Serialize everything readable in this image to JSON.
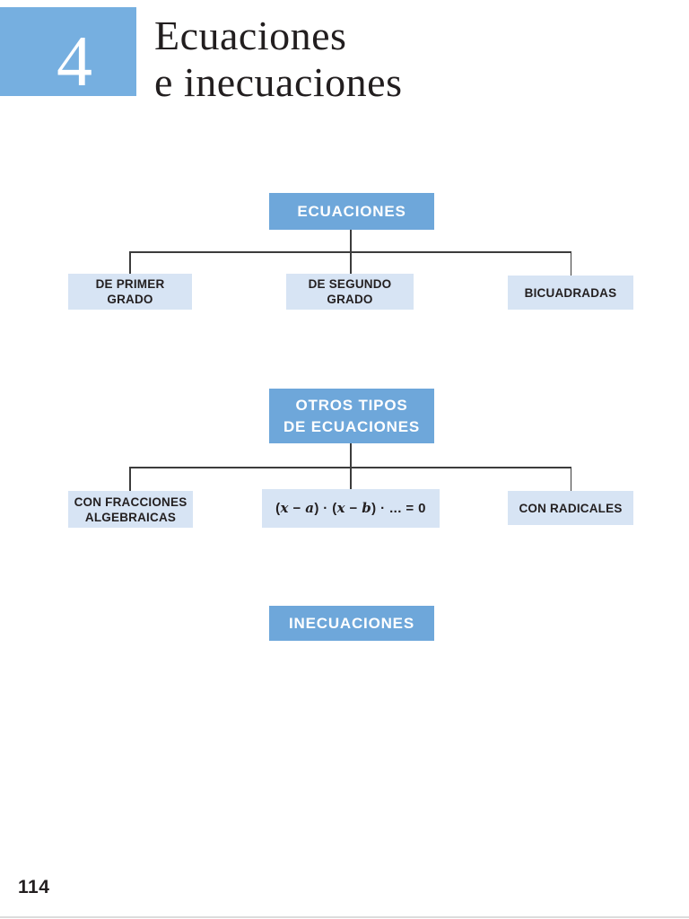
{
  "page": {
    "chapter_number": "4",
    "title_line1": "Ecuaciones",
    "title_line2": "e inecuaciones",
    "page_number": "114"
  },
  "colors": {
    "header_blue": "#76AFE0",
    "parent_node_blue": "#6EA7DA",
    "child_node_blue": "#D7E4F4",
    "ink": "#231F20",
    "connector": "#3C3C3C"
  },
  "diagram": {
    "ecuaciones": {
      "label": "ECUACIONES"
    },
    "row1": {
      "primer_grado": {
        "line1": "DE PRIMER",
        "line2": "GRADO"
      },
      "segundo_grado": {
        "line1": "DE SEGUNDO",
        "line2": "GRADO"
      },
      "bicuadradas": {
        "label": "BICUADRADAS"
      }
    },
    "otros_tipos": {
      "line1": "OTROS TIPOS",
      "line2": "DE ECUACIONES"
    },
    "row2": {
      "fracciones": {
        "line1": "CON FRACCIONES",
        "line2": "ALGEBRAICAS"
      },
      "factorizada": {
        "parts": [
          "(",
          "x",
          " − ",
          "a",
          ") · (",
          "x",
          " − ",
          "b",
          ") · ... = 0"
        ]
      },
      "radicales": {
        "label": "CON RADICALES"
      }
    },
    "inecuaciones": {
      "label": "INECUACIONES"
    }
  }
}
